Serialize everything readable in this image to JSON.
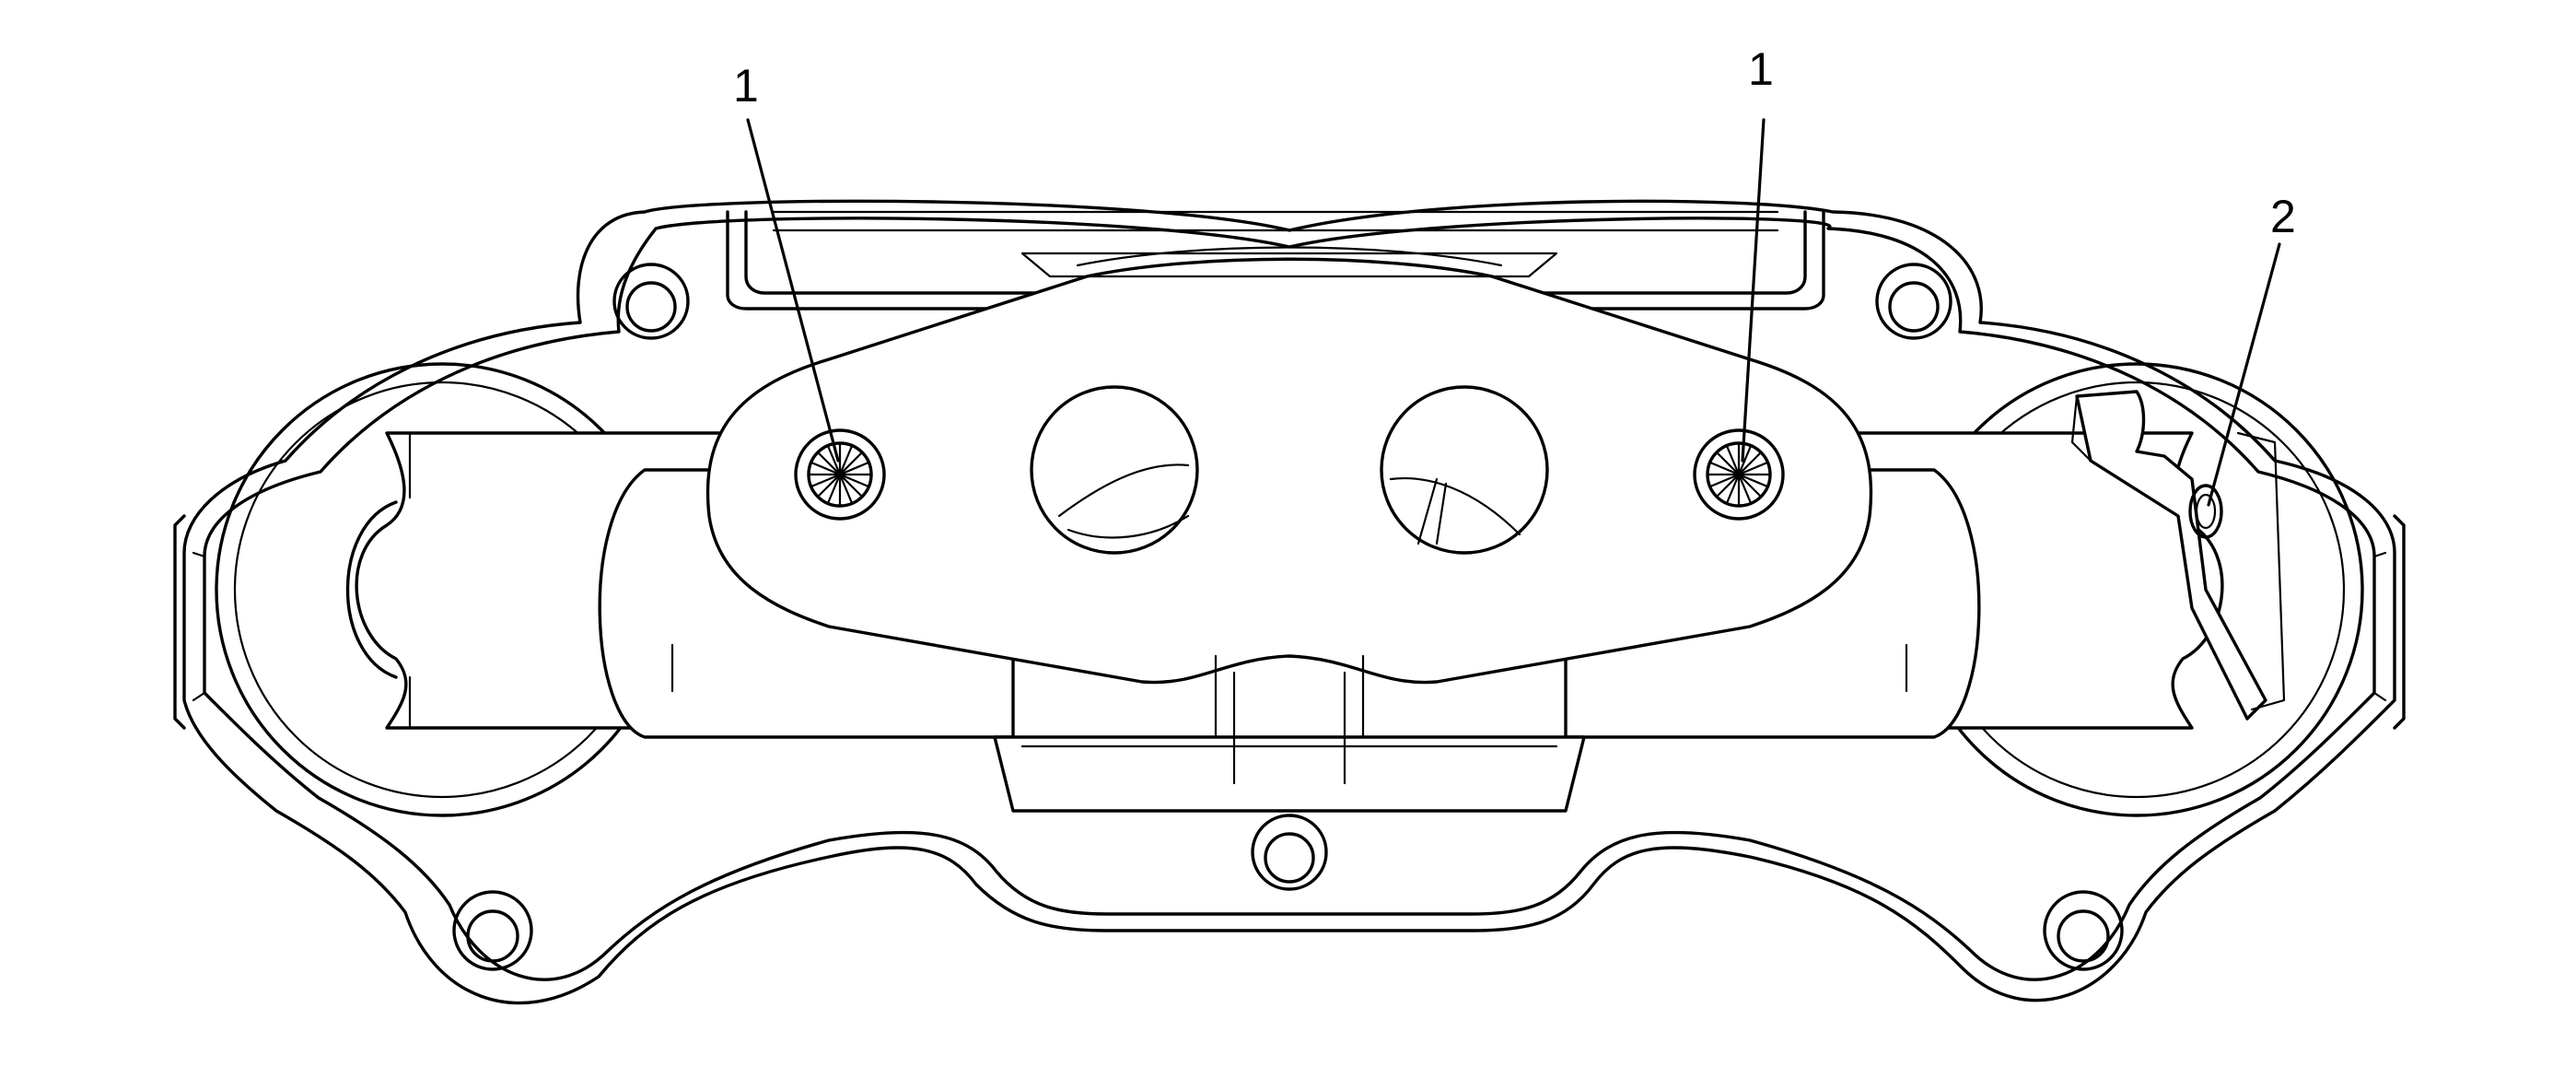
{
  "colors": {
    "line": "#000000",
    "background": "#ffffff"
  },
  "callouts": {
    "stud_left": "1",
    "stud_right": "1",
    "sensor_port": "2"
  }
}
